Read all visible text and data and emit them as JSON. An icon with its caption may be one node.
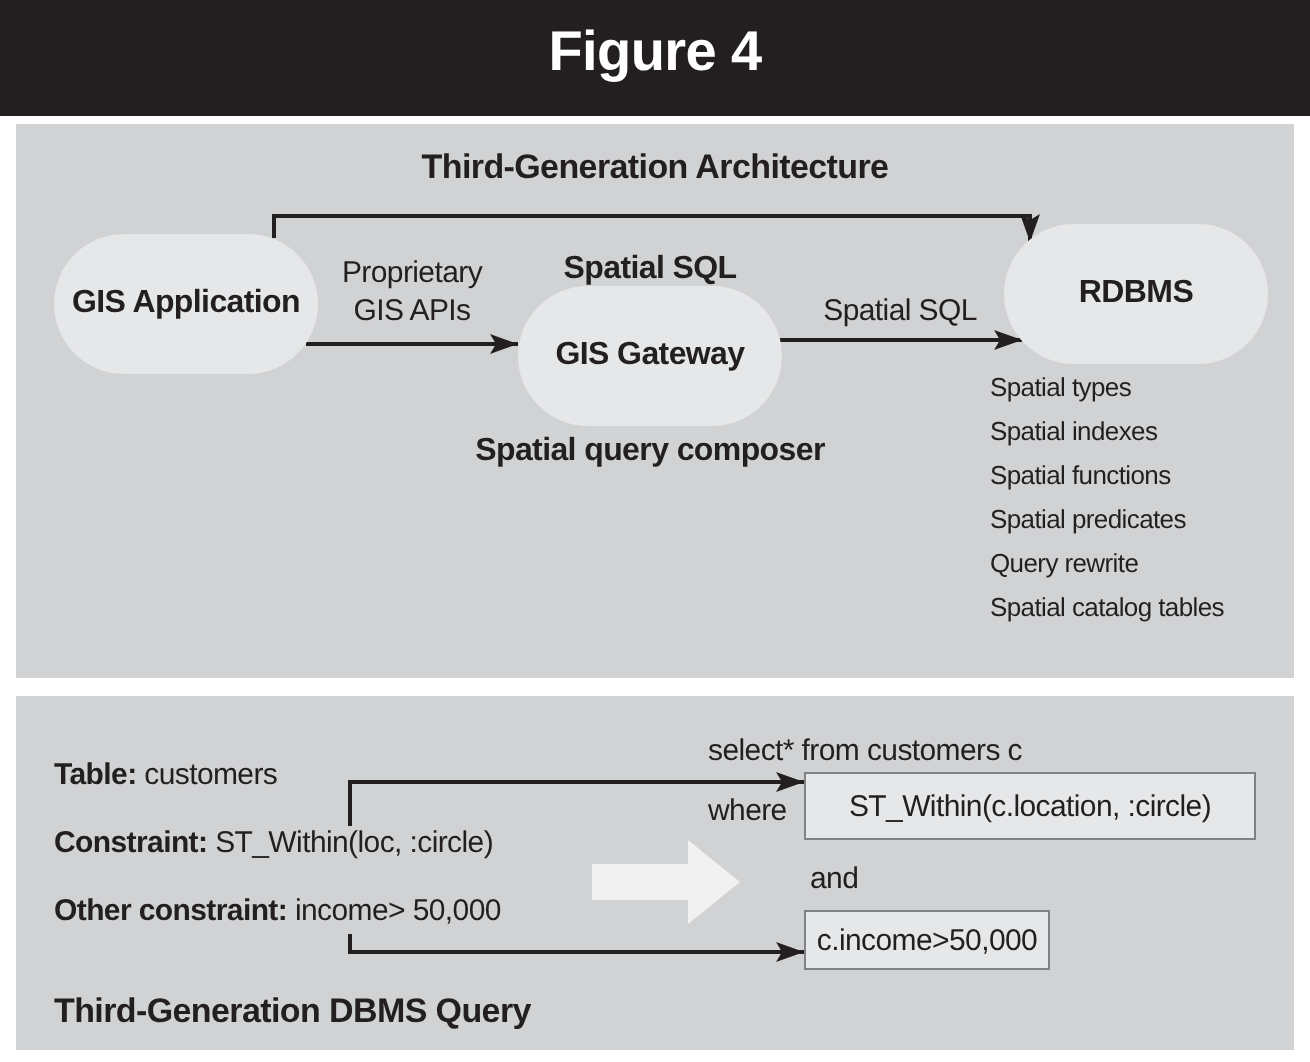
{
  "diagram": {
    "title": "Figure 4",
    "nodes": [
      {
        "text": [
          "Third-Generation Architecture"
        ]
      },
      {
        "text": [
          "GIS Application"
        ],
        "in": 0
      },
      {
        "text": [
          "GIS Gateway"
        ],
        "in": 0,
        "beside": [
          "Spatial SQL",
          "Spatial query composer"
        ]
      },
      {
        "text": [
          "RDBMS"
        ],
        "in": 0,
        "beside": [
          "Spatial types",
          "Spatial indexes",
          "Spatial functions",
          "Spatial predicates",
          "Query rewrite",
          "Spatial catalog tables"
        ]
      },
      {
        "text": [
          "Third-Generation DBMS Query"
        ]
      },
      {
        "text": [
          "**Constraint:** ST_Within(loc, :circle)"
        ],
        "in": 4
      },
      {
        "text": [
          "ST_Within(c.location, :circle)"
        ],
        "in": 4
      },
      {
        "text": [
          "**Other constraint:** income> 50,000"
        ],
        "in": 4
      },
      {
        "text": [
          "c.income>50,000"
        ],
        "in": 4
      }
    ],
    "edges": [
      {
        "from": 1,
        "to": 3,
        "arrow": "to"
      },
      {
        "from": 1,
        "to": 2,
        "arrow": "to",
        "label": "Proprietary GIS APIs"
      },
      {
        "from": 2,
        "to": 3,
        "arrow": "to",
        "label": "Spatial SQL"
      },
      {
        "from": 5,
        "to": 6,
        "arrow": "to"
      },
      {
        "from": 7,
        "to": 8,
        "arrow": "to"
      }
    ],
    "labels": [
      "**Table:** customers",
      "select* from customers c",
      "where",
      "and"
    ]
  }
}
